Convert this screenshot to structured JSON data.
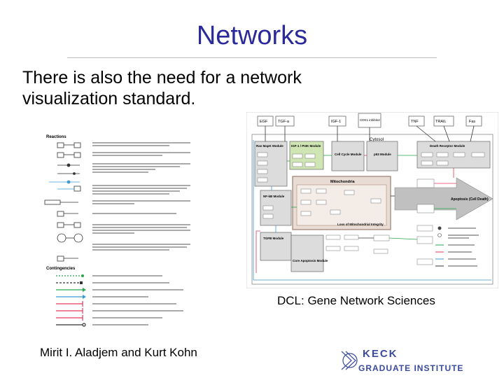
{
  "slide": {
    "title": "Networks",
    "body": "There is also the need for a network visualization standard.",
    "caption_right": "DCL: Gene Network Sciences",
    "caption_left": "Mirit I. Aladjem and Kurt Kohn"
  },
  "legend_figure": {
    "section_reactions": "Reactions",
    "section_contingencies": "Contingencies"
  },
  "network_figure": {
    "top_nodes": [
      "EGF",
      "TGF-a",
      "IGF-1",
      "CDK1 inhibitor",
      "TNF",
      "TRAIL",
      "Fas"
    ],
    "cytosol": "Cytosol",
    "modules": {
      "ras_mapk": "Ras MapK Module",
      "igf_pi3k": "IGF-1 / PI3K Module",
      "cell_cycle": "Cell Cycle Module",
      "p53": "p53 Module",
      "death_receptor": "Death Receptor Module",
      "nfkb": "NF-kB Module",
      "tgfb": "TGFB Module",
      "core_apoptosis": "Core Apoptosis Module"
    },
    "mitochondria": "Mitochondria",
    "loss_integrity": "Loss of Mitochondrial Integrity",
    "apoptosis": "Apoptosis (Cell Death)"
  },
  "logo": {
    "line1": "KECK",
    "line2": "GRADUATE INSTITUTE"
  },
  "colors": {
    "title": "#2a2a9a",
    "logo": "#3a4b9c"
  }
}
